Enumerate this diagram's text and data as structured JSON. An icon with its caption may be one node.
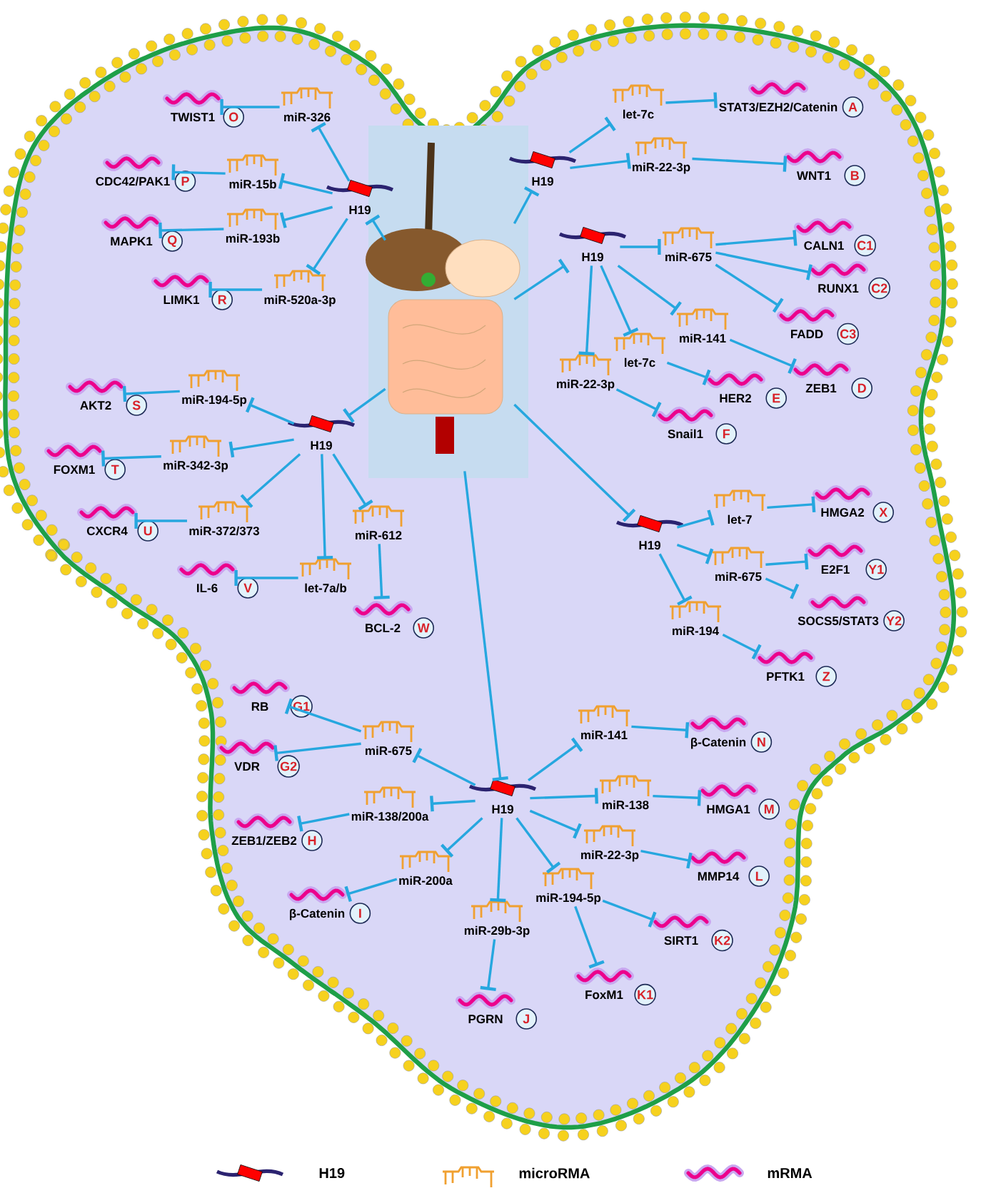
{
  "diagram": {
    "nodes": [
      {
        "text": [],
        "shape": "picture"
      },
      {
        "text": [
          "H19"
        ]
      },
      {
        "text": [
          "TWIST1"
        ],
        "beside": [
          "O"
        ]
      },
      {
        "text": [
          "miR-326"
        ]
      },
      {
        "text": [
          "CDC42/PAK1"
        ],
        "beside": [
          "P"
        ]
      },
      {
        "text": [
          "miR-15b"
        ]
      },
      {
        "text": [
          "MAPK1"
        ],
        "beside": [
          "Q"
        ]
      },
      {
        "text": [
          "miR-193b"
        ]
      },
      {
        "text": [
          "LIMK1"
        ],
        "beside": [
          "R"
        ]
      },
      {
        "text": [
          "miR-520a-3p"
        ]
      },
      {
        "text": [
          "H19"
        ]
      },
      {
        "text": [
          "let-7c"
        ]
      },
      {
        "text": [
          "STAT3/EZH2/Catenin"
        ],
        "beside": [
          "A"
        ]
      },
      {
        "text": [
          "miR-22-3p"
        ]
      },
      {
        "text": [
          "WNT1"
        ],
        "beside": [
          "B"
        ]
      },
      {
        "text": [
          "H19"
        ]
      },
      {
        "text": [
          "miR-675"
        ]
      },
      {
        "text": [
          "CALN1"
        ],
        "beside": [
          "C1"
        ]
      },
      {
        "text": [
          "RUNX1"
        ],
        "beside": [
          "C2"
        ]
      },
      {
        "text": [
          "miR-141"
        ]
      },
      {
        "text": [
          "FADD"
        ],
        "beside": [
          "C3"
        ]
      },
      {
        "text": [
          "let-7c"
        ]
      },
      {
        "text": [
          "ZEB1"
        ],
        "beside": [
          "D"
        ]
      },
      {
        "text": [
          "miR-22-3p"
        ]
      },
      {
        "text": [
          "HER2"
        ],
        "beside": [
          "E"
        ]
      },
      {
        "text": [
          "Snail1"
        ],
        "beside": [
          "F"
        ]
      },
      {
        "text": [
          "H19"
        ]
      },
      {
        "text": [
          "miR-194-5p"
        ]
      },
      {
        "text": [
          "AKT2"
        ],
        "beside": [
          "S"
        ]
      },
      {
        "text": [
          "miR-342-3p"
        ]
      },
      {
        "text": [
          "FOXM1"
        ],
        "beside": [
          "T"
        ]
      },
      {
        "text": [
          "miR-372/373"
        ]
      },
      {
        "text": [
          "CXCR4"
        ],
        "beside": [
          "U"
        ]
      },
      {
        "text": [
          "miR-612"
        ]
      },
      {
        "text": [
          "let-7a/b"
        ]
      },
      {
        "text": [
          "IL-6"
        ],
        "beside": [
          "V"
        ]
      },
      {
        "text": [
          "BCL-2"
        ],
        "beside": [
          "W"
        ]
      },
      {
        "text": [
          "H19"
        ]
      },
      {
        "text": [
          "let-7"
        ]
      },
      {
        "text": [
          "HMGA2"
        ],
        "beside": [
          "X"
        ]
      },
      {
        "text": [
          "miR-675"
        ]
      },
      {
        "text": [
          "E2F1"
        ],
        "beside": [
          "Y1"
        ]
      },
      {
        "text": [
          "SOCS5/STAT3"
        ],
        "beside": [
          "Y2"
        ]
      },
      {
        "text": [
          "miR-194"
        ]
      },
      {
        "text": [
          "PFTK1"
        ],
        "beside": [
          "Z"
        ]
      },
      {
        "text": [
          "H19"
        ]
      },
      {
        "text": [
          "RB"
        ],
        "beside": [
          "G1"
        ]
      },
      {
        "text": [
          "miR-675"
        ]
      },
      {
        "text": [
          "VDR"
        ],
        "beside": [
          "G2"
        ]
      },
      {
        "text": [
          "miR-141"
        ]
      },
      {
        "text": [
          "β-Catenin"
        ],
        "beside": [
          "N"
        ]
      },
      {
        "text": [
          "miR-138/200a"
        ]
      },
      {
        "text": [
          "miR-138"
        ]
      },
      {
        "text": [
          "HMGA1"
        ],
        "beside": [
          "M"
        ]
      },
      {
        "text": [
          "ZEB1/ZEB2"
        ],
        "beside": [
          "H"
        ]
      },
      {
        "text": [
          "miR-22-3p"
        ]
      },
      {
        "text": [
          "MMP14"
        ],
        "beside": [
          "L"
        ]
      },
      {
        "text": [
          "miR-200a"
        ]
      },
      {
        "text": [
          "miR-194-5p"
        ]
      },
      {
        "text": [
          "β-Catenin"
        ],
        "beside": [
          "I"
        ]
      },
      {
        "text": [
          "SIRT1"
        ],
        "beside": [
          "K2"
        ]
      },
      {
        "text": [
          "miR-29b-3p"
        ]
      },
      {
        "text": [
          "FoxM1"
        ],
        "beside": [
          "K1"
        ]
      },
      {
        "text": [
          "PGRN"
        ],
        "beside": [
          "J"
        ]
      }
    ],
    "edges": [
      {
        "from": 0,
        "to": 1,
        "arrow": "other"
      },
      {
        "from": 0,
        "to": 10,
        "arrow": "other"
      },
      {
        "from": 0,
        "to": 15,
        "arrow": "other"
      },
      {
        "from": 0,
        "to": 26,
        "arrow": "other"
      },
      {
        "from": 0,
        "to": 37,
        "arrow": "other"
      },
      {
        "from": 0,
        "to": 45,
        "arrow": "other"
      },
      {
        "from": 1,
        "to": 3,
        "arrow": "other"
      },
      {
        "from": 1,
        "to": 5,
        "arrow": "other"
      },
      {
        "from": 1,
        "to": 7,
        "arrow": "other"
      },
      {
        "from": 1,
        "to": 9,
        "arrow": "other"
      },
      {
        "from": 3,
        "to": 2,
        "arrow": "other"
      },
      {
        "from": 5,
        "to": 4,
        "arrow": "other"
      },
      {
        "from": 7,
        "to": 6,
        "arrow": "other"
      },
      {
        "from": 9,
        "to": 8,
        "arrow": "other"
      },
      {
        "from": 10,
        "to": 11,
        "arrow": "other"
      },
      {
        "from": 10,
        "to": 13,
        "arrow": "other"
      },
      {
        "from": 11,
        "to": 12,
        "arrow": "other"
      },
      {
        "from": 13,
        "to": 14,
        "arrow": "other"
      },
      {
        "from": 15,
        "to": 16,
        "arrow": "other"
      },
      {
        "from": 15,
        "to": 19,
        "arrow": "other"
      },
      {
        "from": 15,
        "to": 21,
        "arrow": "other"
      },
      {
        "from": 15,
        "to": 23,
        "arrow": "other"
      },
      {
        "from": 16,
        "to": 17,
        "arrow": "other"
      },
      {
        "from": 16,
        "to": 18,
        "arrow": "other"
      },
      {
        "from": 16,
        "to": 20,
        "arrow": "other"
      },
      {
        "from": 19,
        "to": 22,
        "arrow": "other"
      },
      {
        "from": 21,
        "to": 24,
        "arrow": "other"
      },
      {
        "from": 23,
        "to": 25,
        "arrow": "other"
      },
      {
        "from": 26,
        "to": 27,
        "arrow": "other"
      },
      {
        "from": 26,
        "to": 29,
        "arrow": "other"
      },
      {
        "from": 26,
        "to": 31,
        "arrow": "other"
      },
      {
        "from": 26,
        "to": 33,
        "arrow": "other"
      },
      {
        "from": 26,
        "to": 34,
        "arrow": "other"
      },
      {
        "from": 27,
        "to": 28,
        "arrow": "other"
      },
      {
        "from": 29,
        "to": 30,
        "arrow": "other"
      },
      {
        "from": 31,
        "to": 32,
        "arrow": "other"
      },
      {
        "from": 34,
        "to": 35,
        "arrow": "other"
      },
      {
        "from": 33,
        "to": 36,
        "arrow": "other"
      },
      {
        "from": 37,
        "to": 38,
        "arrow": "other"
      },
      {
        "from": 37,
        "to": 40,
        "arrow": "other"
      },
      {
        "from": 37,
        "to": 43,
        "arrow": "other"
      },
      {
        "from": 38,
        "to": 39,
        "arrow": "other"
      },
      {
        "from": 40,
        "to": 41,
        "arrow": "other"
      },
      {
        "from": 40,
        "to": 42,
        "arrow": "other"
      },
      {
        "from": 43,
        "to": 44,
        "arrow": "other"
      },
      {
        "from": 45,
        "to": 47,
        "arrow": "other"
      },
      {
        "from": 45,
        "to": 51,
        "arrow": "other"
      },
      {
        "from": 45,
        "to": 57,
        "arrow": "other"
      },
      {
        "from": 45,
        "to": 61,
        "arrow": "other"
      },
      {
        "from": 45,
        "to": 58,
        "arrow": "other"
      },
      {
        "from": 45,
        "to": 55,
        "arrow": "other"
      },
      {
        "from": 45,
        "to": 52,
        "arrow": "other"
      },
      {
        "from": 45,
        "to": 49,
        "arrow": "other"
      },
      {
        "from": 47,
        "to": 46,
        "arrow": "other"
      },
      {
        "from": 47,
        "to": 48,
        "arrow": "other"
      },
      {
        "from": 51,
        "to": 54,
        "arrow": "other"
      },
      {
        "from": 57,
        "to": 59,
        "arrow": "other"
      },
      {
        "from": 61,
        "to": 63,
        "arrow": "other"
      },
      {
        "from": 58,
        "to": 62,
        "arrow": "other"
      },
      {
        "from": 58,
        "to": 60,
        "arrow": "other"
      },
      {
        "from": 55,
        "to": 56,
        "arrow": "other"
      },
      {
        "from": 52,
        "to": 53,
        "arrow": "other"
      },
      {
        "from": 49,
        "to": 50,
        "arrow": "other"
      }
    ],
    "legend": [
      {
        "text": "H19"
      },
      {
        "text": "microRMA"
      },
      {
        "text": "mRMA"
      }
    ]
  }
}
